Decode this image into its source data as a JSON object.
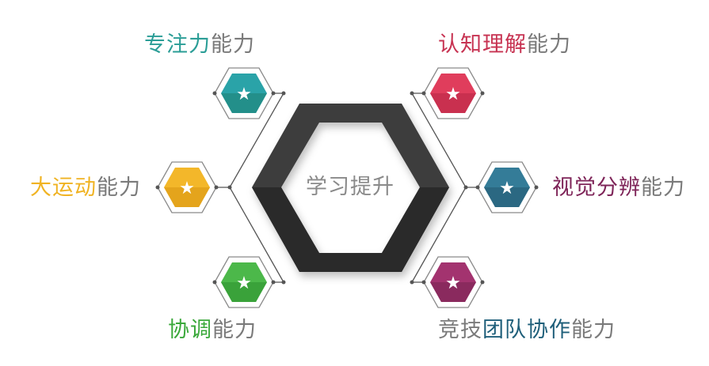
{
  "center": {
    "label": "学习提升",
    "color": "#8a8a8a",
    "ring_color": "#3a3a3a"
  },
  "abilities": [
    {
      "id": "focus",
      "highlight": "专注力",
      "rest": "能力",
      "color": "#2a9d96",
      "icon": "star-icon"
    },
    {
      "id": "gross-motor",
      "highlight": "大运动",
      "rest": "能力",
      "color": "#f0b323",
      "icon": "star-icon"
    },
    {
      "id": "coordination",
      "highlight": "协调",
      "rest": "能力",
      "color": "#3aa83a",
      "icon": "star-icon"
    },
    {
      "id": "cognition",
      "highlight": "认知理解",
      "rest": "能力",
      "color": "#d63a5a",
      "icon": "star-icon"
    },
    {
      "id": "visual",
      "highlight": "视觉分辨",
      "rest": "能力",
      "color": "#2e6f8a",
      "icon": "star-icon"
    },
    {
      "id": "teamwork",
      "prefix": "竞技",
      "highlight": "团队协作",
      "rest": "能力",
      "color": "#9b2c6e",
      "icon": "star-icon",
      "text_color": "#1f5f7a"
    }
  ],
  "star_glyph": "★"
}
